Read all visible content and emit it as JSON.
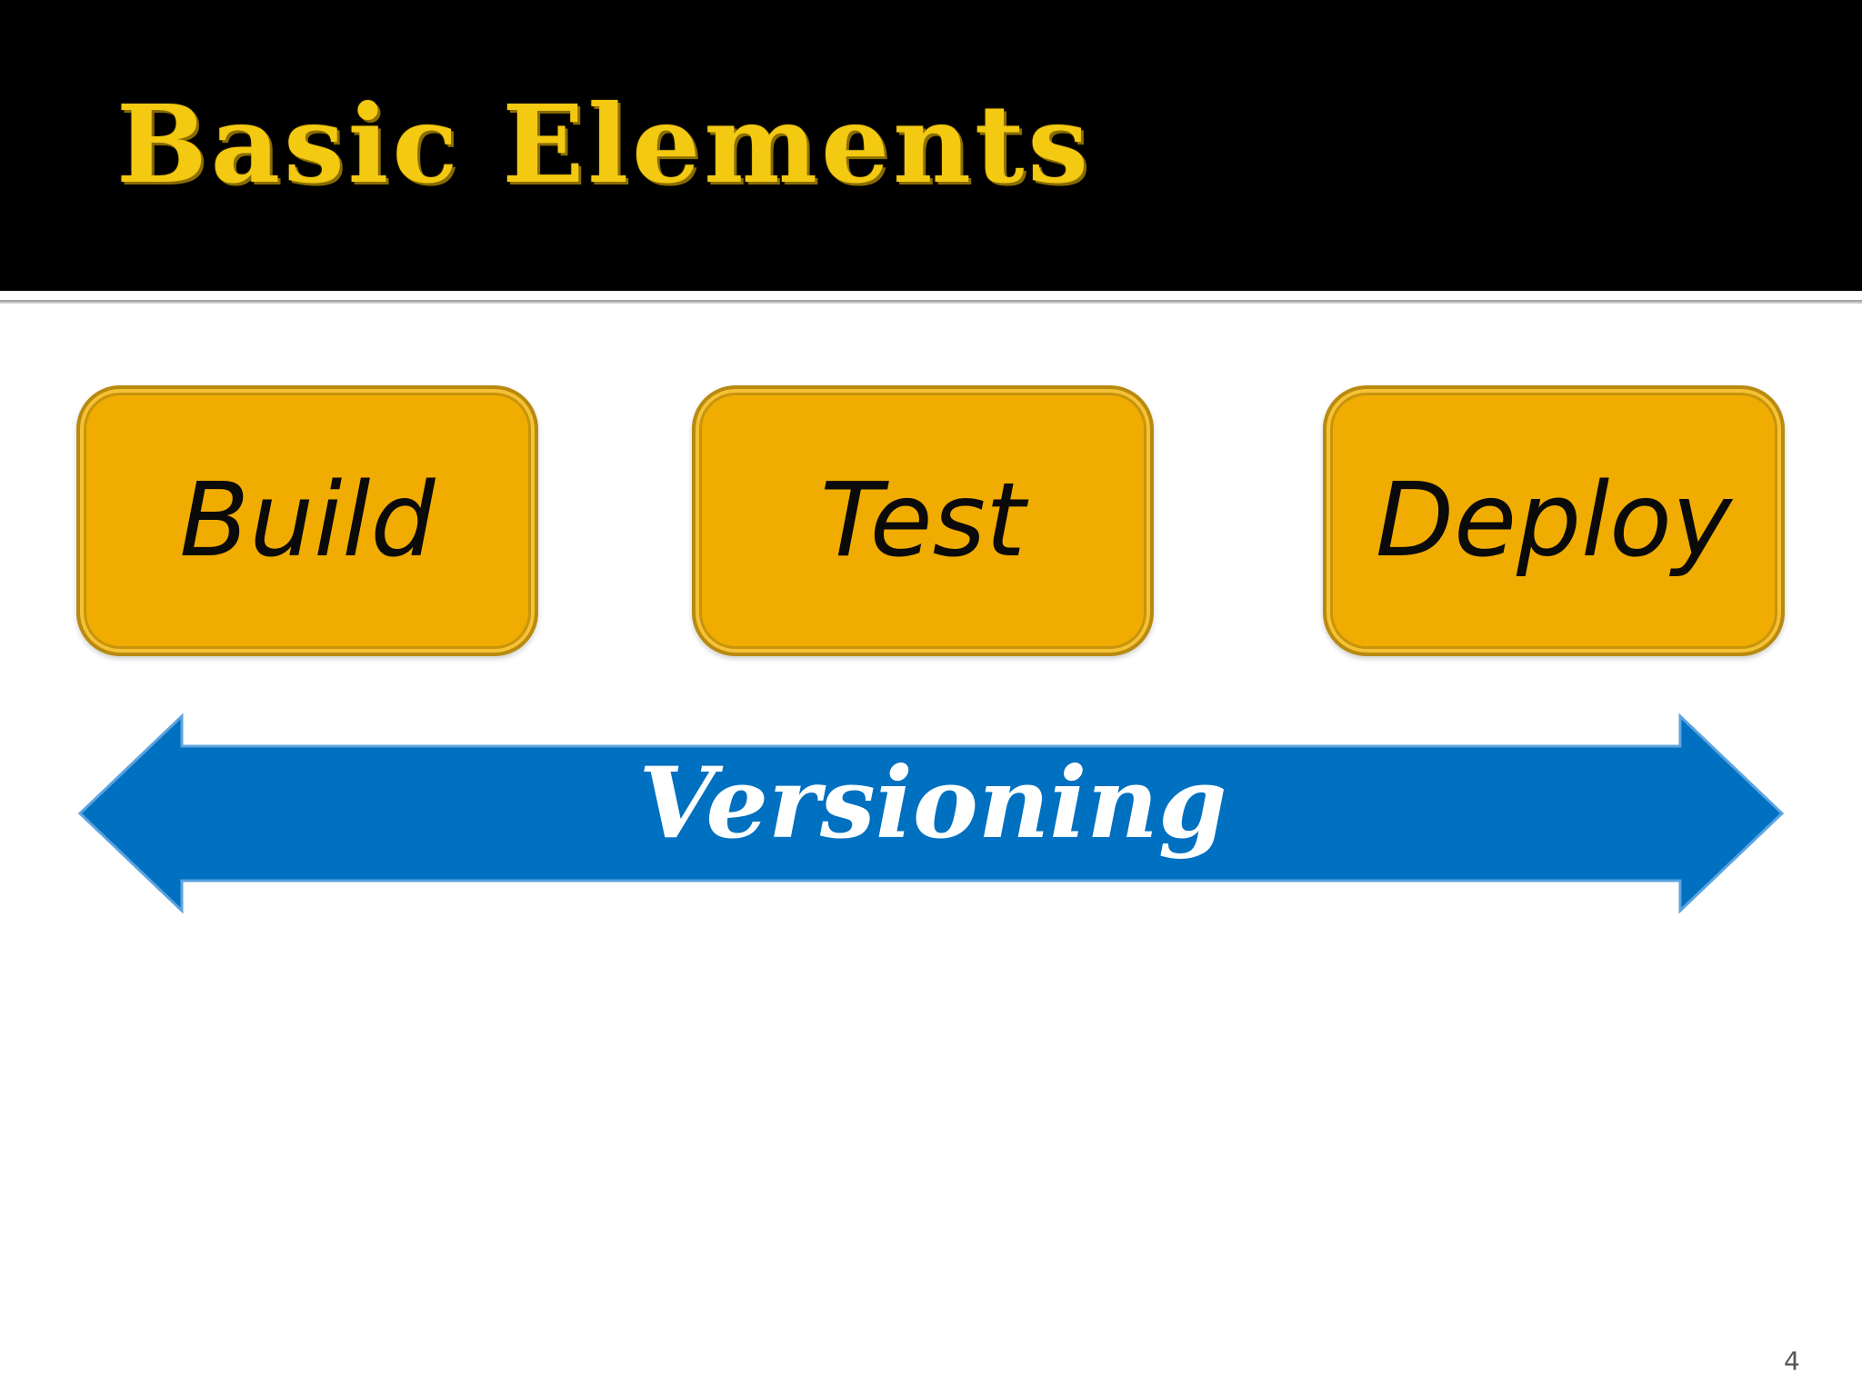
{
  "slide": {
    "title": "Basic Elements",
    "stages": [
      {
        "label": "Build"
      },
      {
        "label": "Test"
      },
      {
        "label": "Deploy"
      }
    ],
    "arrow_label": "Versioning",
    "page_number": "4"
  },
  "colors": {
    "title_bar": "#000000",
    "title_text": "#f3c912",
    "stage_fill": "#f0ac00",
    "stage_border": "#b98a10",
    "arrow_fill": "#0070c0",
    "arrow_outline": "#5ba3e0"
  }
}
